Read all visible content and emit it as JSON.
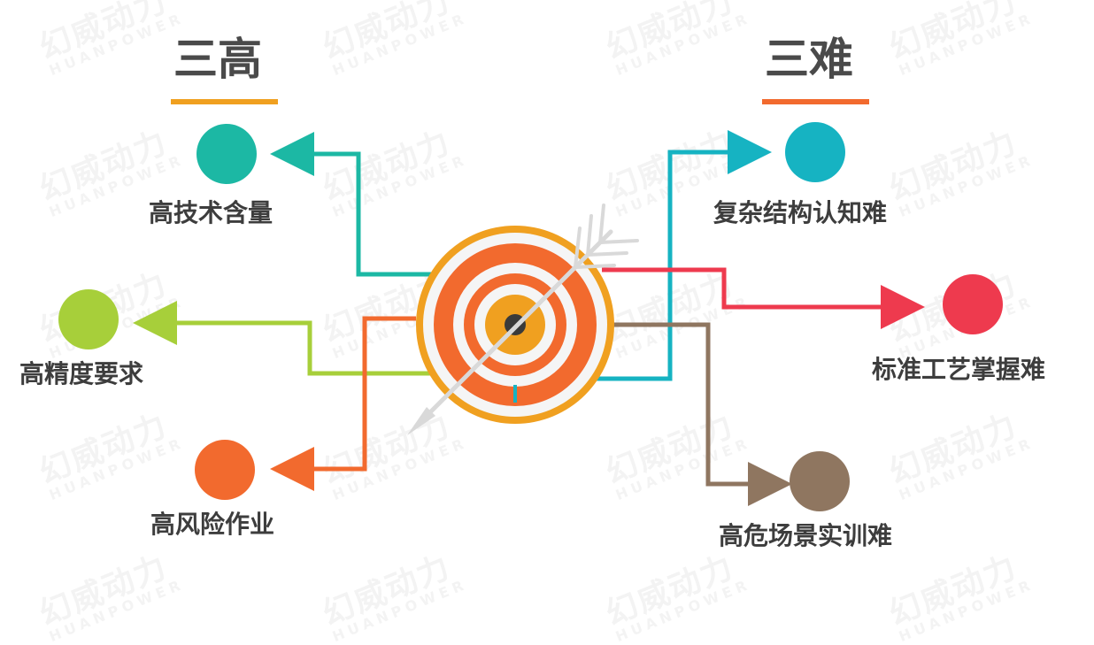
{
  "watermark": {
    "cn": "幻威动力",
    "en": "HUANPOWER"
  },
  "left_group": {
    "heading": "三高",
    "heading_bar_color": "#f0a020",
    "items": [
      {
        "label": "高技术含量",
        "color": "#1cb8a4"
      },
      {
        "label": "高精度要求",
        "color": "#a7cf3a"
      },
      {
        "label": "高风险作业",
        "color": "#f26a2e"
      }
    ]
  },
  "right_group": {
    "heading": "三难",
    "heading_bar_color": "#f26a2e",
    "items": [
      {
        "label": "复杂结构认知难",
        "color": "#16b3c2"
      },
      {
        "label": "标准工艺掌握难",
        "color": "#ee3a4e"
      },
      {
        "label": "高危场景实训难",
        "color": "#8f7660"
      }
    ]
  },
  "target": {
    "ring_colors": [
      "#f0a020",
      "#f5f5f5",
      "#f26a2e",
      "#f5f5f5",
      "#f26a2e",
      "#f5f5f5",
      "#f0a020",
      "#3a3a3a"
    ],
    "arrow_color": "#d9d9d9"
  }
}
